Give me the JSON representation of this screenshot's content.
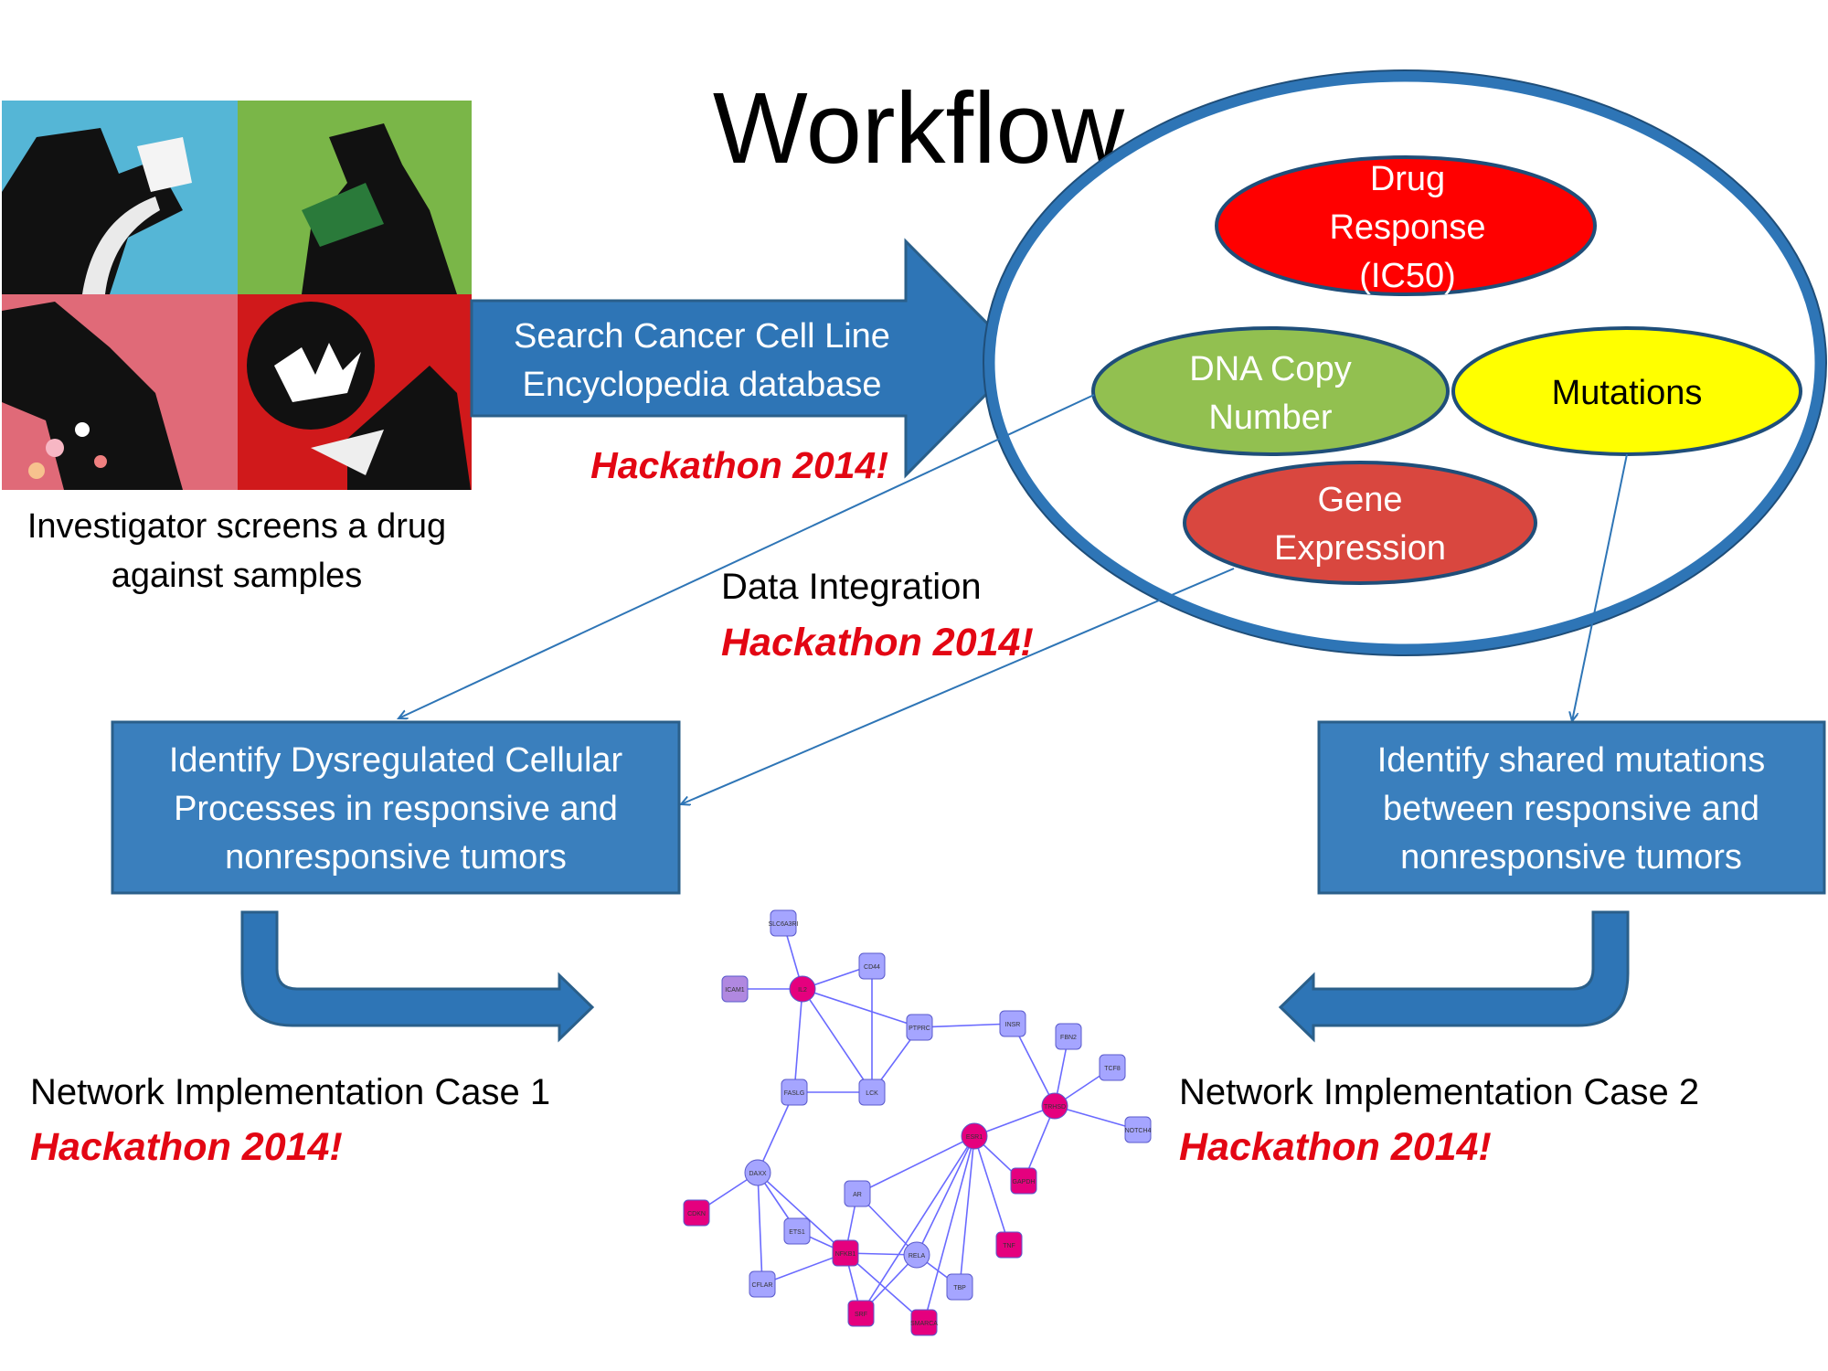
{
  "title": "Workflow",
  "investigator": {
    "caption_line1": "Investigator screens a drug",
    "caption_line2": "against samples"
  },
  "search_arrow": {
    "line1": "Search Cancer Cell Line",
    "line2": "Encyclopedia database",
    "hackathon": "Hackathon 2014!"
  },
  "data_types": {
    "drug_response": [
      "Drug",
      "Response",
      "(IC50)"
    ],
    "dna_copy_number": [
      "DNA Copy",
      "Number"
    ],
    "mutations": "Mutations",
    "gene_expression": [
      "Gene",
      "Expression"
    ]
  },
  "data_integration": {
    "label": "Data Integration",
    "hackathon": "Hackathon 2014!"
  },
  "box_left": [
    "Identify Dysregulated Cellular",
    "Processes in responsive and",
    "nonresponsive tumors"
  ],
  "box_right": [
    "Identify shared mutations",
    "between responsive and",
    "nonresponsive tumors"
  ],
  "case1": {
    "label": "Network Implementation Case 1",
    "hackathon": "Hackathon 2014!"
  },
  "case2": {
    "label": "Network Implementation Case 2",
    "hackathon": "Hackathon 2014!"
  },
  "network": {
    "nodes": [
      "SLC6A3RI",
      "CD44",
      "ICAM1",
      "IL2",
      "PTPRC",
      "INSR",
      "FBN2",
      "TCF8",
      "FASLG",
      "LCK",
      "TRHSD",
      "NOTCH4",
      "ESR1",
      "GAPDH",
      "DAXX",
      "AR",
      "CDKN",
      "ETS1",
      "NFKB1",
      "RELA",
      "TBP",
      "CFLAR",
      "SRF",
      "SMARCA",
      "TNF"
    ]
  },
  "colors": {
    "arrow_blue": "#2e75b6",
    "box_blue": "#3a7fbd",
    "border_blue": "#2a5f8a",
    "drug_red": "#ff0000",
    "dna_green": "#92c050",
    "mutation_yellow": "#ffff00",
    "expression_red": "#d9473f",
    "hackathon_red": "#e30613",
    "node_pink": "#e5007e",
    "node_lilac": "#a5a5ff",
    "node_purple": "#b088e0",
    "edge_blue": "#6a6aff"
  }
}
